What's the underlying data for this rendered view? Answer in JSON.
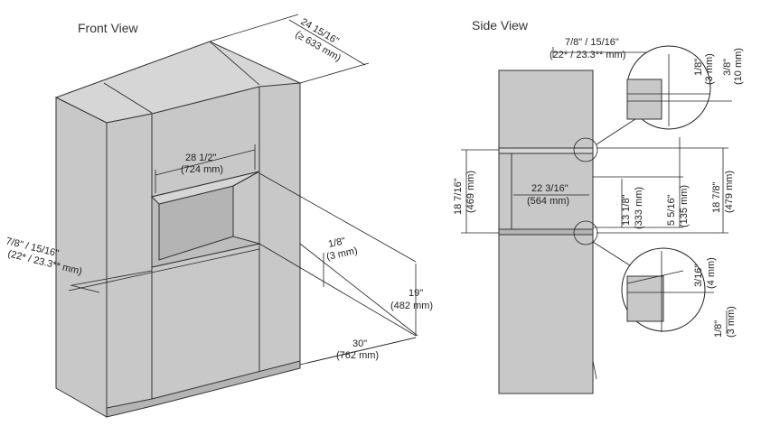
{
  "views": {
    "front_title": "Front View",
    "side_title": "Side View"
  },
  "front": {
    "depth_in": "24 15/16\"",
    "depth_mm": "(≥ 633 mm)",
    "width_in": "28 1/2\"",
    "width_mm": "(724 mm)",
    "side_gap_in": "7/8\" / 15/16\"",
    "side_gap_mm": "(22* / 23.3** mm)",
    "recess_in": "1/8\"",
    "recess_mm": "(3 mm)",
    "height_in": "19\"",
    "height_mm": "(482 mm)",
    "base_depth_in": "30\"",
    "base_depth_mm": "(762 mm)"
  },
  "side": {
    "top_gap_in": "7/8\" / 15/16\"",
    "top_gap_mm": "(22* / 23.3** mm)",
    "detail_a_in": "1/8\"",
    "detail_a_mm": "(3 mm)",
    "detail_b_in": "3/8\"",
    "detail_b_mm": "(10 mm)",
    "left_h_in": "18 7/16\"",
    "left_h_mm": "(469 mm)",
    "depth_in": "22 3/16\"",
    "depth_mm": "(564 mm)",
    "inner_h_in": "13 1/8\"",
    "inner_h_mm": "(333 mm)",
    "step_in": "5 5/16\"",
    "step_mm": "(135 mm)",
    "right_h_in": "18 7/8\"",
    "right_h_mm": "(479 mm)",
    "detail_c_in": "3/16\"",
    "detail_c_mm": "(4 mm)",
    "detail_d_in": "1/8\"",
    "detail_d_mm": "(3 mm)"
  }
}
